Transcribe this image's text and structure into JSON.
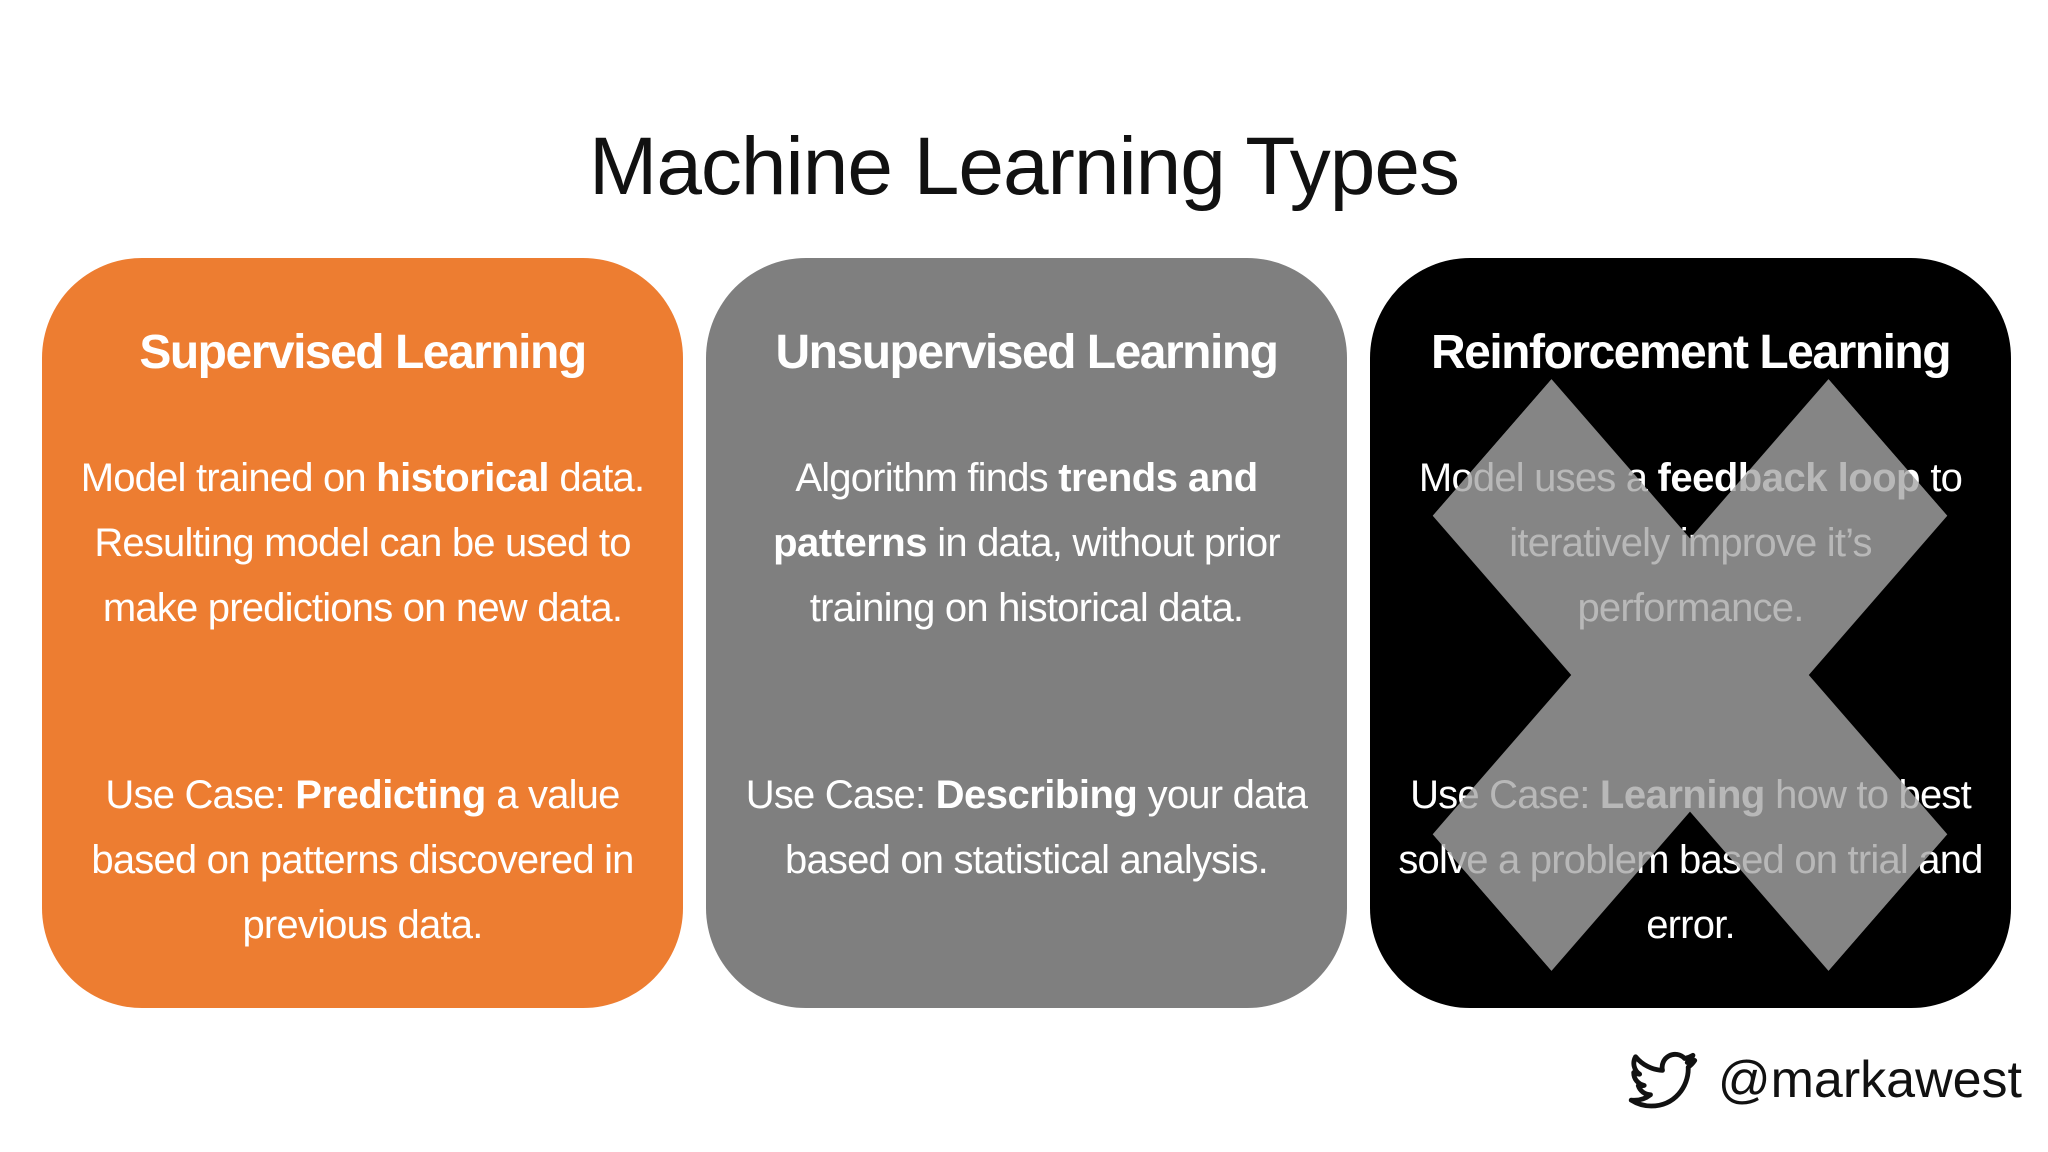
{
  "title": "Machine Learning Types",
  "cards": [
    {
      "heading": "Supervised Learning",
      "bg": "#ED7D31",
      "desc": [
        {
          "t": "Model trained on "
        },
        {
          "t": "historical",
          "b": true
        },
        {
          "t": " data. Resulting model can be used to make predictions on new data."
        }
      ],
      "use_case": [
        {
          "t": "Use Case: "
        },
        {
          "t": "Predicting",
          "b": true
        },
        {
          "t": " a value based on patterns discovered in previous data."
        }
      ],
      "crossed_out": false
    },
    {
      "heading": "Unsupervised Learning",
      "bg": "#7F7F7F",
      "desc": [
        {
          "t": "Algorithm finds "
        },
        {
          "t": "trends and patterns",
          "b": true
        },
        {
          "t": " in data, without prior training on historical data."
        }
      ],
      "use_case": [
        {
          "t": "Use Case: "
        },
        {
          "t": "Describing",
          "b": true
        },
        {
          "t": " your data based on statistical analysis."
        }
      ],
      "crossed_out": false
    },
    {
      "heading": "Reinforcement Learning",
      "bg": "#000000",
      "desc": [
        {
          "t": "Model uses a "
        },
        {
          "t": "feedback loop",
          "b": true
        },
        {
          "t": " to iteratively improve it’s performance."
        }
      ],
      "use_case": [
        {
          "t": "Use Case: "
        },
        {
          "t": "Learning",
          "b": true
        },
        {
          "t": " how to best solve a problem based on trial and error."
        }
      ],
      "crossed_out": true
    }
  ],
  "footer": {
    "icon": "twitter-bird",
    "twitter_handle": "@markawest"
  },
  "colors": {
    "background": "#FFFFFF",
    "title_text": "#111111",
    "card_text": "#FFFFFF",
    "supervised_bg": "#ED7D31",
    "unsupervised_bg": "#7F7F7F",
    "reinforcement_bg": "#000000",
    "x_overlay": "rgba(166,166,166,0.8)",
    "footer_text": "#111111"
  }
}
